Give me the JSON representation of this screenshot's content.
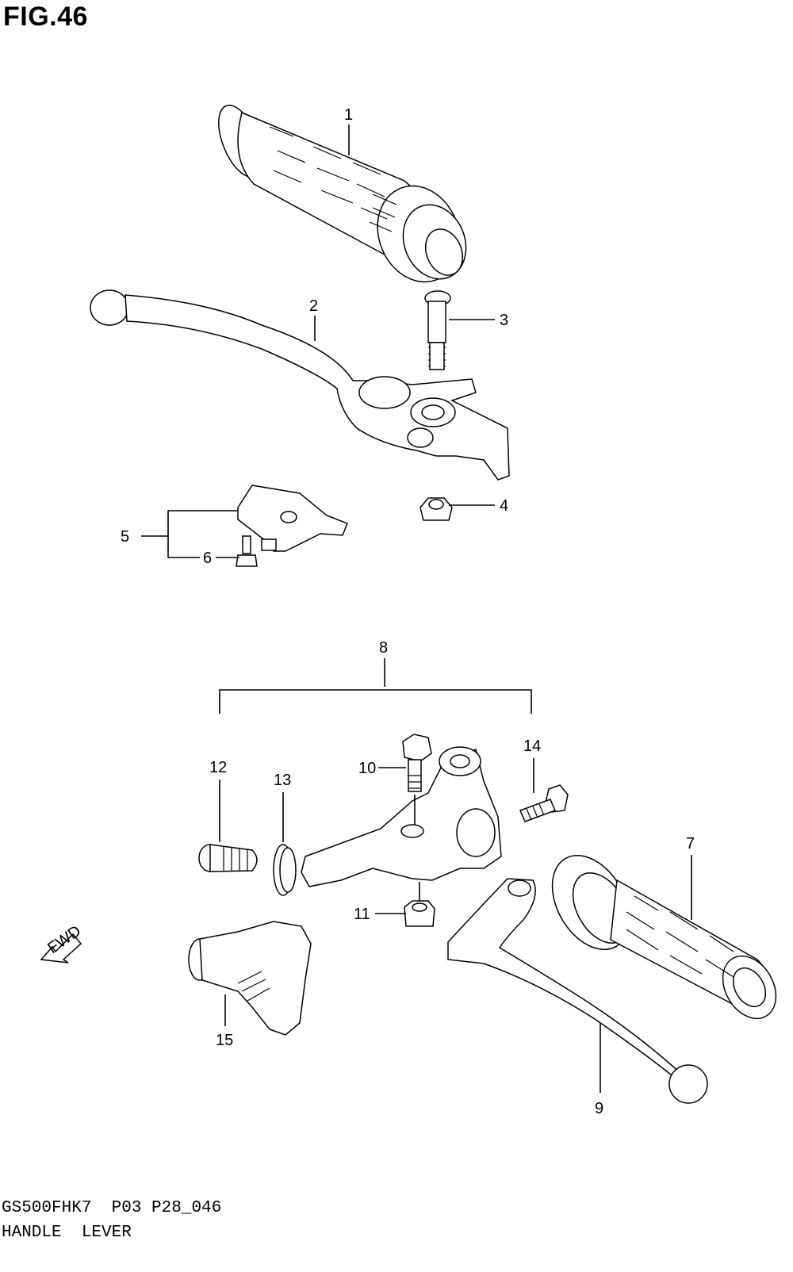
{
  "figure": {
    "title": "FIG.46",
    "code": "GS500FHK7  P03 P28_046",
    "name": "HANDLE  LEVER"
  },
  "callouts": [
    "1",
    "2",
    "3",
    "4",
    "5",
    "6",
    "7",
    "8",
    "9",
    "10",
    "11",
    "12",
    "13",
    "14",
    "15"
  ],
  "fwd_label": "FWD"
}
